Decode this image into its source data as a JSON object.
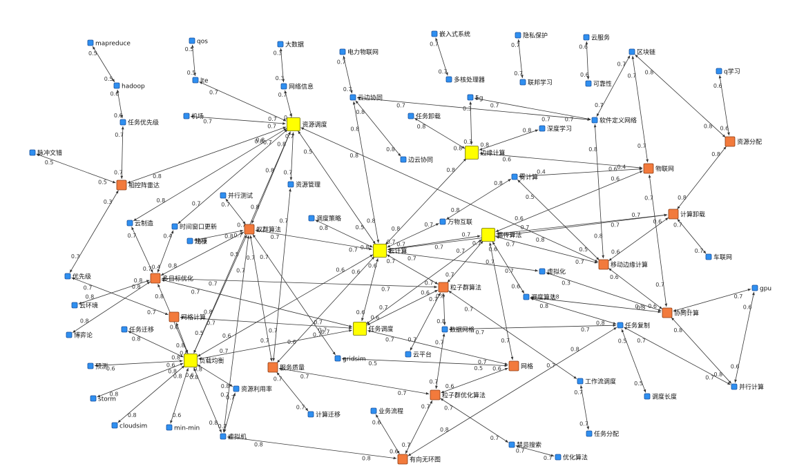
{
  "palette": {
    "blue": "#2f8ff0",
    "orange": "#f27a3c",
    "yellow": "#ffff00",
    "edge": "#333333"
  },
  "nodes": [
    {
      "id": "mapreduce",
      "label": "mapreduce",
      "type": "blue"
    },
    {
      "id": "hadoop",
      "label": "hadoop",
      "type": "blue"
    },
    {
      "id": "rwyx",
      "label": "任务优先级",
      "type": "blue"
    },
    {
      "id": "mcwc",
      "label": "脉冲文错",
      "type": "blue"
    },
    {
      "id": "xkzl",
      "label": "相控阵雷达",
      "type": "orange"
    },
    {
      "id": "qos",
      "label": "qos",
      "type": "blue"
    },
    {
      "id": "lte",
      "label": "lte",
      "type": "blue"
    },
    {
      "id": "jichang",
      "label": "机场",
      "type": "blue"
    },
    {
      "id": "dsj",
      "label": "大数据",
      "type": "blue"
    },
    {
      "id": "wlxx",
      "label": "网络信息",
      "type": "blue"
    },
    {
      "id": "zydd",
      "label": "资源调度",
      "type": "yellow"
    },
    {
      "id": "zygl",
      "label": "资源管理",
      "type": "blue"
    },
    {
      "id": "dlwlw",
      "label": "电力物联网",
      "type": "blue"
    },
    {
      "id": "ybxt",
      "label": "云边协同",
      "type": "blue"
    },
    {
      "id": "g5",
      "label": "5g",
      "type": "blue"
    },
    {
      "id": "rwxz",
      "label": "任务卸载",
      "type": "blue"
    },
    {
      "id": "qrsxt",
      "label": "嵌入式系统",
      "type": "blue"
    },
    {
      "id": "dhcl",
      "label": "多核处理器",
      "type": "blue"
    },
    {
      "id": "yszh",
      "label": "隐私保护",
      "type": "blue"
    },
    {
      "id": "lbxx",
      "label": "联邦学习",
      "type": "blue"
    },
    {
      "id": "yfw",
      "label": "云服务",
      "type": "blue"
    },
    {
      "id": "kkx",
      "label": "可靠性",
      "type": "blue"
    },
    {
      "id": "qkl",
      "label": "区块链",
      "type": "blue"
    },
    {
      "id": "sdxx",
      "label": "深度学习",
      "type": "blue"
    },
    {
      "id": "rjdy",
      "label": "软件定义网络",
      "type": "blue"
    },
    {
      "id": "qxx",
      "label": "q学习",
      "type": "blue"
    },
    {
      "id": "zyfp",
      "label": "资源分配",
      "type": "orange"
    },
    {
      "id": "byxt",
      "label": "边云协同",
      "type": "blue"
    },
    {
      "id": "bjs",
      "label": "边缘计算",
      "type": "yellow"
    },
    {
      "id": "wlw",
      "label": "物联网",
      "type": "orange"
    },
    {
      "id": "wujs",
      "label": "雾计算",
      "type": "blue"
    },
    {
      "id": "jsxz",
      "label": "计算卸载",
      "type": "orange"
    },
    {
      "id": "bxcs",
      "label": "并行测试",
      "type": "blue"
    },
    {
      "id": "yzz",
      "label": "云制造",
      "type": "blue"
    },
    {
      "id": "sjck",
      "label": "时间窗口更新",
      "type": "blue"
    },
    {
      "id": "jianmo",
      "label": "建模",
      "type": "blue"
    },
    {
      "id": "yqsf",
      "label": "蚁群算法",
      "type": "orange"
    },
    {
      "id": "ddcl",
      "label": "调度策略",
      "type": "blue"
    },
    {
      "id": "wwhl",
      "label": "万物互联",
      "type": "blue"
    },
    {
      "id": "ycsf",
      "label": "遗传算法",
      "type": "yellow"
    },
    {
      "id": "yjs",
      "label": "云计算",
      "type": "yellow"
    },
    {
      "id": "cwl",
      "label": "车联网",
      "type": "blue"
    },
    {
      "id": "ydby",
      "label": "移动边缘计算",
      "type": "orange"
    },
    {
      "id": "xnh",
      "label": "虚拟化",
      "type": "blue"
    },
    {
      "id": "ddsf",
      "label": "调度算法",
      "type": "blue"
    },
    {
      "id": "yxj",
      "label": "优先级",
      "type": "blue"
    },
    {
      "id": "dmbyh",
      "label": "多目标优化",
      "type": "orange"
    },
    {
      "id": "yhj",
      "label": "云环境",
      "type": "blue"
    },
    {
      "id": "lzqsf",
      "label": "粒子群算法",
      "type": "orange"
    },
    {
      "id": "xtjs",
      "label": "协同计算",
      "type": "orange"
    },
    {
      "id": "gpu",
      "label": "gpu",
      "type": "blue"
    },
    {
      "id": "byl",
      "label": "博弈论",
      "type": "blue"
    },
    {
      "id": "wgjs",
      "label": "网格计算",
      "type": "orange"
    },
    {
      "id": "rwqy",
      "label": "任务迁移",
      "type": "blue"
    },
    {
      "id": "rwdd",
      "label": "任务调度",
      "type": "yellow"
    },
    {
      "id": "sjwg",
      "label": "数据网格",
      "type": "blue"
    },
    {
      "id": "rwfz",
      "label": "任务复制",
      "type": "blue"
    },
    {
      "id": "yc",
      "label": "预测",
      "type": "blue"
    },
    {
      "id": "fzjh",
      "label": "负载均衡",
      "type": "yellow"
    },
    {
      "id": "fwzl",
      "label": "服务质量",
      "type": "orange"
    },
    {
      "id": "gridsim",
      "label": "gridsim",
      "type": "blue"
    },
    {
      "id": "ypt",
      "label": "云平台",
      "type": "blue"
    },
    {
      "id": "wangge",
      "label": "网格",
      "type": "orange"
    },
    {
      "id": "gzldd",
      "label": "工作流调度",
      "type": "blue"
    },
    {
      "id": "ddcd",
      "label": "调度长度",
      "type": "blue"
    },
    {
      "id": "bxjs",
      "label": "并行计算",
      "type": "blue"
    },
    {
      "id": "storm",
      "label": "storm",
      "type": "blue"
    },
    {
      "id": "zylyl",
      "label": "资源利用率",
      "type": "blue"
    },
    {
      "id": "cloudsim",
      "label": "cloudsim",
      "type": "blue"
    },
    {
      "id": "minmin",
      "label": "min-min",
      "type": "blue"
    },
    {
      "id": "xnj",
      "label": "虚拟机",
      "type": "blue"
    },
    {
      "id": "jsqy",
      "label": "计算迁移",
      "type": "blue"
    },
    {
      "id": "ywlc",
      "label": "业务流程",
      "type": "blue"
    },
    {
      "id": "lzqyh",
      "label": "粒子群优化算法",
      "type": "orange"
    },
    {
      "id": "rwfp",
      "label": "任务分配",
      "type": "blue"
    },
    {
      "id": "ywxht",
      "label": "有向无环图",
      "type": "orange"
    },
    {
      "id": "jjss",
      "label": "禁忌搜索",
      "type": "blue"
    },
    {
      "id": "yhsf",
      "label": "优化算法",
      "type": "blue"
    }
  ],
  "edges": [
    {
      "from": "mapreduce",
      "to": "hadoop",
      "w": [
        "0.5",
        "0.5"
      ]
    },
    {
      "from": "hadoop",
      "to": "rwyx",
      "w": [
        "0.6",
        "0.6"
      ]
    },
    {
      "from": "rwyx",
      "to": "xkzl",
      "w": [
        "0.7",
        "0.7"
      ]
    },
    {
      "from": "mcwc",
      "to": "xkzl",
      "w": [
        "0.5",
        "0.5"
      ]
    },
    {
      "from": "xkzl",
      "to": "zydd",
      "w": [
        "0.8",
        "0.8"
      ]
    },
    {
      "from": "xkzl",
      "to": "yxj",
      "w": [
        "0.3",
        "0.3"
      ]
    },
    {
      "from": "qos",
      "to": "lte",
      "w": [
        "0.5",
        "0.5"
      ]
    },
    {
      "from": "lte",
      "to": "zydd",
      "w": [
        "0.7",
        "0.7"
      ]
    },
    {
      "from": "jichang",
      "to": "zydd",
      "w": [
        "0.7",
        "0.7"
      ]
    },
    {
      "from": "dsj",
      "to": "wlxx",
      "w": [
        "0.3",
        "0.3"
      ]
    },
    {
      "from": "wlxx",
      "to": "zydd",
      "w": [
        "0.7",
        "0.7"
      ]
    },
    {
      "from": "zydd",
      "to": "zygl",
      "w": [
        "0.7",
        "0.7"
      ]
    },
    {
      "from": "zydd",
      "to": "yjs",
      "w": [
        "0.5",
        "0.5"
      ]
    },
    {
      "from": "zydd",
      "to": "yqsf",
      "w": [
        "0.8",
        "0.8"
      ]
    },
    {
      "from": "zydd",
      "to": "fzjh",
      "w": [
        "0.8",
        "0.8"
      ]
    },
    {
      "from": "zydd",
      "to": "yzz",
      "w": [
        "0.8",
        "0.8"
      ]
    },
    {
      "from": "zydd",
      "to": "sjck",
      "w": [
        "0.7",
        "0.7"
      ]
    },
    {
      "from": "zydd",
      "to": "ydby",
      "w": [
        "0.8",
        "0.8"
      ]
    },
    {
      "from": "zygl",
      "to": "fwzl",
      "w": [
        "0.7",
        "0.7"
      ]
    },
    {
      "from": "dlwlw",
      "to": "ybxt",
      "w": [
        "0.7",
        "0.7"
      ]
    },
    {
      "from": "ybxt",
      "to": "byxt",
      "w": [
        "0.8",
        "0.8"
      ]
    },
    {
      "from": "ybxt",
      "to": "yjs",
      "w": [
        "0.8",
        "0.8"
      ]
    },
    {
      "from": "ybxt",
      "to": "rjdy",
      "w": [
        "0.7",
        "0.7"
      ]
    },
    {
      "from": "g5",
      "to": "bjs",
      "w": [
        "0.3",
        "0.3"
      ]
    },
    {
      "from": "g5",
      "to": "rjdy",
      "w": [
        "0.7",
        "0.7"
      ]
    },
    {
      "from": "rwxz",
      "to": "bjs",
      "w": [
        "0.8",
        "0.8"
      ]
    },
    {
      "from": "qrsxt",
      "to": "dhcl",
      "w": [
        "0.7",
        "0.7"
      ]
    },
    {
      "from": "yszh",
      "to": "lbxx",
      "w": [
        "0.7",
        "0.7"
      ]
    },
    {
      "from": "yfw",
      "to": "kkx",
      "w": [
        "0.6",
        "0.6"
      ]
    },
    {
      "from": "qkl",
      "to": "rjdy",
      "w": [
        "0.7",
        "0.7"
      ]
    },
    {
      "from": "qkl",
      "to": "wlw",
      "w": [
        "0.7",
        "0.7"
      ]
    },
    {
      "from": "qkl",
      "to": "zyfp",
      "w": [
        "0.8",
        "0.8"
      ]
    },
    {
      "from": "sdxx",
      "to": "bjs",
      "w": [
        "0.8",
        "0.8"
      ]
    },
    {
      "from": "rjdy",
      "to": "ydby",
      "w": [
        "0.8",
        "0.8"
      ]
    },
    {
      "from": "qxx",
      "to": "zyfp",
      "w": [
        "0.6",
        "0.6"
      ]
    },
    {
      "from": "zyfp",
      "to": "jsxz",
      "w": [
        "0.8",
        "0.8"
      ]
    },
    {
      "from": "bjs",
      "to": "wlw",
      "w": [
        "0.6",
        "0.6"
      ]
    },
    {
      "from": "bjs",
      "to": "yjs",
      "w": [
        "0.8",
        "0.8"
      ]
    },
    {
      "from": "wlw",
      "to": "wujs",
      "w": [
        "0.4",
        "0.4"
      ]
    },
    {
      "from": "wlw",
      "to": "ycsf",
      "w": [
        "0.6",
        "0.6"
      ]
    },
    {
      "from": "wlw",
      "to": "xtjs",
      "w": [
        "0.7",
        "0.7"
      ]
    },
    {
      "from": "wujs",
      "to": "wwhl",
      "w": [
        "0.8",
        "0.8"
      ]
    },
    {
      "from": "wujs",
      "to": "ydby",
      "w": [
        "0.5",
        "0.5"
      ]
    },
    {
      "from": "jsxz",
      "to": "ycsf",
      "w": [
        "0.7",
        "0.7"
      ]
    },
    {
      "from": "jsxz",
      "to": "cwl",
      "w": [
        "0.7",
        "0.7"
      ]
    },
    {
      "from": "jsxz",
      "to": "ydby",
      "w": [
        "0.6",
        "0.6"
      ]
    },
    {
      "from": "bxcs",
      "to": "yqsf",
      "w": [
        "0.7",
        "0.7"
      ]
    },
    {
      "from": "yzz",
      "to": "dmbyh",
      "w": [
        "0.7",
        "0.7"
      ]
    },
    {
      "from": "sjck",
      "to": "dmbyh",
      "w": [
        "0.4",
        "0.4"
      ]
    },
    {
      "from": "jianmo",
      "to": "yqsf",
      "w": [
        "0.7",
        "0.7"
      ]
    },
    {
      "from": "yqsf",
      "to": "yjs",
      "w": [
        "0.7",
        "0.7"
      ]
    },
    {
      "from": "yqsf",
      "to": "dmbyh",
      "w": [
        "0.8",
        "0.8"
      ]
    },
    {
      "from": "yqsf",
      "to": "fzjh",
      "w": [
        "0.5",
        "0.5"
      ]
    },
    {
      "from": "yqsf",
      "to": "fwzl",
      "w": [
        "0.7",
        "0.7"
      ]
    },
    {
      "from": "yqsf",
      "to": "xnj",
      "w": [
        "0.7",
        "0.7"
      ]
    },
    {
      "from": "yqsf",
      "to": "gridsim",
      "w": [
        "0.7",
        "0.7"
      ]
    },
    {
      "from": "ddcl",
      "to": "yjs",
      "w": [
        "0.8",
        "0.8"
      ]
    },
    {
      "from": "wwhl",
      "to": "yjs",
      "w": [
        "0.7",
        "0.7"
      ]
    },
    {
      "from": "ycsf",
      "to": "yjs",
      "w": [
        "0.7",
        "0.7"
      ]
    },
    {
      "from": "ycsf",
      "to": "ydby",
      "w": [
        "0.7",
        "0.7"
      ]
    },
    {
      "from": "ycsf",
      "to": "lzqsf",
      "w": [
        "0.7",
        "0.7"
      ]
    },
    {
      "from": "ycsf",
      "to": "ddsf",
      "w": [
        "0.6",
        "0.6"
      ]
    },
    {
      "from": "ycsf",
      "to": "wangge",
      "w": [
        "0.7",
        "0.7"
      ]
    },
    {
      "from": "ycsf",
      "to": "rwdd",
      "w": [
        "0.7",
        "0.7"
      ]
    },
    {
      "from": "yjs",
      "to": "rwdd",
      "w": [
        "0.6",
        "0.6"
      ]
    },
    {
      "from": "yjs",
      "to": "lzqsf",
      "w": [
        "0.7",
        "0.7"
      ]
    },
    {
      "from": "yjs",
      "to": "xnh",
      "w": [
        "0.7",
        "0.7"
      ]
    },
    {
      "from": "yjs",
      "to": "fzjh",
      "w": [
        "0.6",
        "0.6"
      ]
    },
    {
      "from": "yjs",
      "to": "fwzl",
      "w": [
        "0.6",
        "0.6"
      ]
    },
    {
      "from": "yjs",
      "to": "jsxz",
      "w": [
        "0.7",
        "0.7"
      ]
    },
    {
      "from": "ydby",
      "to": "xtjs",
      "w": [
        "0.6",
        "0.6"
      ]
    },
    {
      "from": "xnh",
      "to": "xtjs",
      "w": [
        "0.3",
        "0.3"
      ]
    },
    {
      "from": "ddsf",
      "to": "rwfz",
      "w": [
        "0.8",
        "0.8"
      ]
    },
    {
      "from": "yxj",
      "to": "wgjs",
      "w": [
        "0.7",
        "0.7"
      ]
    },
    {
      "from": "dmbyh",
      "to": "yhj",
      "w": [
        "0.8",
        "0.8"
      ]
    },
    {
      "from": "dmbyh",
      "to": "byl",
      "w": [
        "0.8",
        "0.8"
      ]
    },
    {
      "from": "dmbyh",
      "to": "lzqsf",
      "w": [
        "0.7",
        "0.7"
      ]
    },
    {
      "from": "dmbyh",
      "to": "rwdd",
      "w": [
        "0.7",
        "0.7"
      ]
    },
    {
      "from": "dmbyh",
      "to": "fzjh",
      "w": [
        "0.8",
        "0.8"
      ]
    },
    {
      "from": "lzqsf",
      "to": "rwdd",
      "w": [
        "0.6",
        "0.6"
      ]
    },
    {
      "from": "lzqsf",
      "to": "sjwg",
      "w": [
        "0.8",
        "0.8"
      ]
    },
    {
      "from": "lzqsf",
      "to": "ypt",
      "w": [
        "0.7",
        "0.7"
      ]
    },
    {
      "from": "lzqsf",
      "to": "gzldd",
      "w": [
        "0.7",
        "0.7"
      ]
    },
    {
      "from": "xtjs",
      "to": "gpu",
      "w": [
        "0.7",
        "0.7"
      ]
    },
    {
      "from": "xtjs",
      "to": "bxjs",
      "w": [
        "0.8",
        "0.8"
      ]
    },
    {
      "from": "xtjs",
      "to": "ddsf",
      "w": [
        "0.8",
        "0.8"
      ]
    },
    {
      "from": "gpu",
      "to": "bxjs",
      "w": [
        "0.6",
        "0.6"
      ]
    },
    {
      "from": "wgjs",
      "to": "rwdd",
      "w": [
        "0.7",
        "0.7"
      ]
    },
    {
      "from": "wgjs",
      "to": "fzjh",
      "w": [
        "0.6",
        "0.6"
      ]
    },
    {
      "from": "rwqy",
      "to": "fzjh",
      "w": [
        "0.8",
        "0.8"
      ]
    },
    {
      "from": "rwdd",
      "to": "wangge",
      "w": [
        "0.7",
        "0.7"
      ]
    },
    {
      "from": "rwdd",
      "to": "fzjh",
      "w": [
        "0.7",
        "0.7"
      ]
    },
    {
      "from": "sjwg",
      "to": "rwfz",
      "w": [
        "0.7",
        "0.7"
      ]
    },
    {
      "from": "sjwg",
      "to": "lzqyh",
      "w": [
        "0.7",
        "0.7"
      ]
    },
    {
      "from": "rwfz",
      "to": "ddcd",
      "w": [
        "0.5",
        "0.5"
      ]
    },
    {
      "from": "rwfz",
      "to": "ywxht",
      "w": [
        "0.8",
        "0.8"
      ]
    },
    {
      "from": "rwfz",
      "to": "bxjs",
      "w": [
        "0.7",
        "0.7"
      ]
    },
    {
      "from": "yc",
      "to": "fzjh",
      "w": [
        "0.6",
        "0.6"
      ]
    },
    {
      "from": "storm",
      "to": "fzjh",
      "w": [
        "0.8",
        "0.8"
      ]
    },
    {
      "from": "cloudsim",
      "to": "fzjh",
      "w": [
        "0.8",
        "0.8"
      ]
    },
    {
      "from": "minmin",
      "to": "fzjh",
      "w": [
        "0.6",
        "0.6"
      ]
    },
    {
      "from": "fzjh",
      "to": "zylyl",
      "w": [
        "0.8",
        "0.8"
      ]
    },
    {
      "from": "fzjh",
      "to": "xnj",
      "w": [
        "0.8",
        "0.8"
      ]
    },
    {
      "from": "fwzl",
      "to": "lzqyh",
      "w": [
        "0.7",
        "0.7"
      ]
    },
    {
      "from": "fwzl",
      "to": "jsqy",
      "w": [
        "0.7",
        "0.7"
      ]
    },
    {
      "from": "gridsim",
      "to": "wangge",
      "w": [
        "0.5",
        "0.5"
      ]
    },
    {
      "from": "wangge",
      "to": "lzqyh",
      "w": [
        "0.6",
        "0.6"
      ]
    },
    {
      "from": "gzldd",
      "to": "rwfp",
      "w": [
        "0.7",
        "0.7"
      ]
    },
    {
      "from": "zylyl",
      "to": "xnj",
      "w": [
        "0.7",
        "0.7"
      ]
    },
    {
      "from": "xnj",
      "to": "ywxht",
      "w": [
        "0.8",
        "0.8"
      ]
    },
    {
      "from": "ywlc",
      "to": "ywxht",
      "w": [
        "0.6",
        "0.6"
      ]
    },
    {
      "from": "lzqyh",
      "to": "ywxht",
      "w": [
        "0.7",
        "0.7"
      ]
    },
    {
      "from": "lzqyh",
      "to": "jjss",
      "w": [
        "0.7",
        "0.7"
      ]
    },
    {
      "from": "jjss",
      "to": "yhsf",
      "w": [
        "0.7",
        "0.7"
      ]
    }
  ]
}
